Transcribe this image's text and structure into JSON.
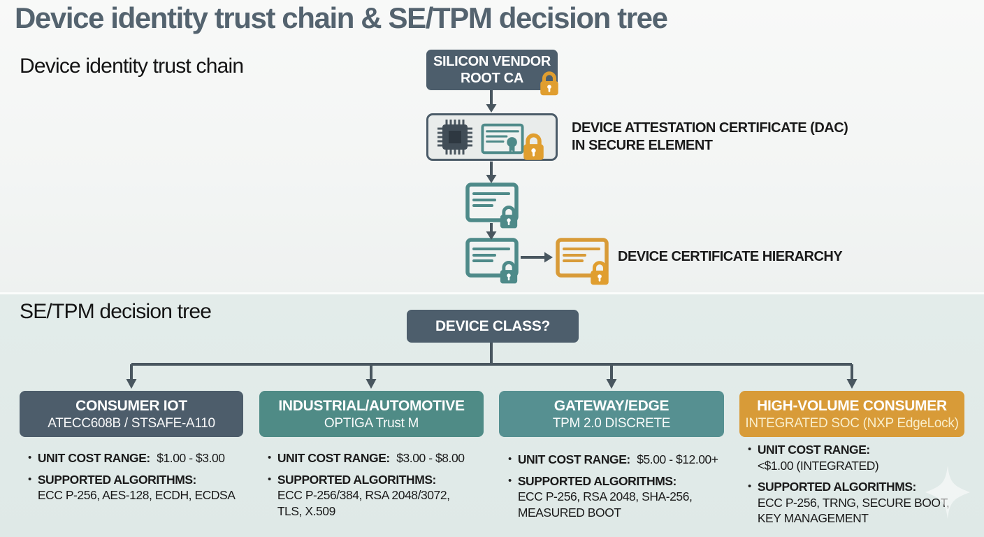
{
  "title": "Device identity trust chain & SE/TPM decision tree",
  "trust_chain": {
    "section_label": "Device identity trust chain",
    "root_ca_line1": "SILICON VENDOR",
    "root_ca_line2": "ROOT CA",
    "dac_label_line1": "DEVICE ATTESTATION CERTIFICATE (DAC)",
    "dac_label_line2": "IN SECURE ELEMENT",
    "hierarchy_label": "DEVICE CERTIFICATE HIERARCHY"
  },
  "decision_tree": {
    "section_label": "SE/TPM decision tree",
    "root_question": "DEVICE CLASS?",
    "branches": [
      {
        "title": "CONSUMER IOT",
        "subtitle": "ATECC608B / STSAFE-A110",
        "box_color": "#4d5d6b",
        "cost_label": "UNIT COST RANGE:",
        "cost_value": "$1.00 - $3.00",
        "algo_label": "SUPPORTED ALGORITHMS:",
        "algo_lines": [
          "ECC P-256, AES-128, ECDH, ECDSA"
        ]
      },
      {
        "title": "INDUSTRIAL/AUTOMOTIVE",
        "subtitle": "OPTIGA Trust M",
        "box_color": "#4f8b86",
        "cost_label": "UNIT COST RANGE:",
        "cost_value": "$3.00 - $8.00",
        "algo_label": "SUPPORTED ALGORITHMS:",
        "algo_lines": [
          "ECC P-256/384, RSA 2048/3072,",
          "TLS, X.509"
        ]
      },
      {
        "title": "GATEWAY/EDGE",
        "subtitle": "TPM 2.0 DISCRETE",
        "box_color": "#569091",
        "cost_label": "UNIT COST RANGE:",
        "cost_value": "$5.00 - $12.00+",
        "algo_label": "SUPPORTED ALGORITHMS:",
        "algo_lines": [
          "ECC P-256, RSA 2048, SHA-256,",
          "MEASURED BOOT"
        ]
      },
      {
        "title": "HIGH-VOLUME CONSUMER",
        "subtitle": "INTEGRATED SOC (NXP EdgeLock)",
        "box_color": "#d89b38",
        "cost_label": "UNIT COST RANGE:",
        "cost_value": "<$1.00 (INTEGRATED)",
        "algo_label": "SUPPORTED ALGORITHMS:",
        "algo_lines": [
          "ECC P-256, TRNG, SECURE BOOT,",
          "KEY MANAGEMENT"
        ]
      }
    ]
  },
  "colors": {
    "title_text": "#54636f",
    "dark_slate_box": "#4d5e6c",
    "teal_box": "#4f8b86",
    "teal_box_alt": "#569091",
    "orange_box": "#d89b38",
    "lock_orange": "#e09e2f",
    "cert_teal": "#4e8a89",
    "arrow": "#49565f",
    "top_background": "#f5f6f5",
    "bottom_background": "#e1eae8",
    "body_text": "#1b1b1b"
  }
}
